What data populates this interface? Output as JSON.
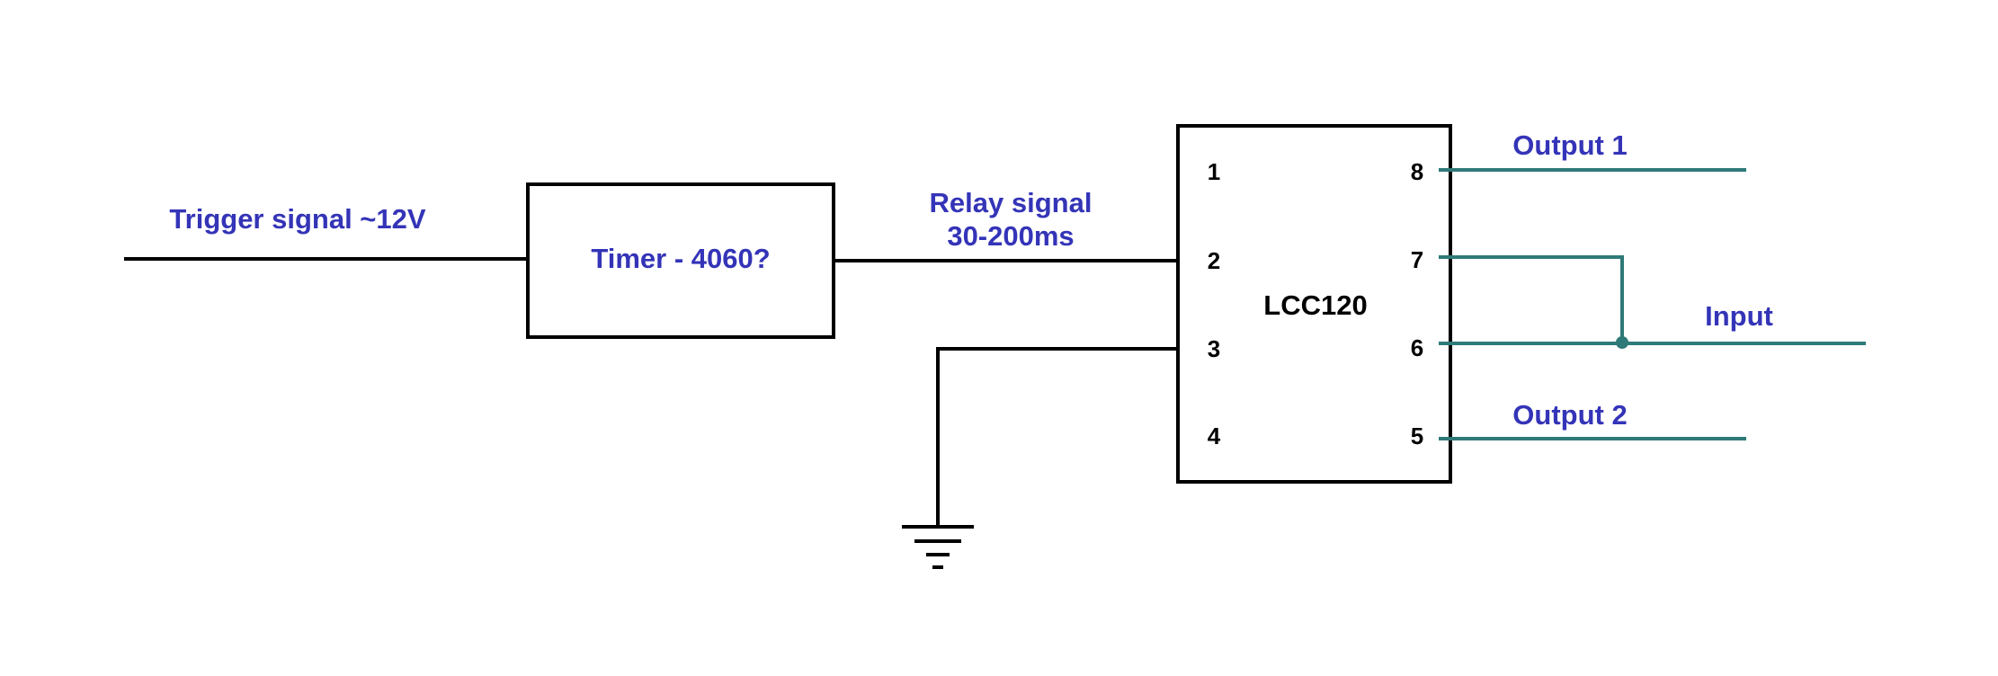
{
  "labels": {
    "trigger": "Trigger signal ~12V",
    "timer": "Timer - 4060?",
    "relay_line1": "Relay signal",
    "relay_line2": "30-200ms",
    "chip": "LCC120",
    "output1": "Output 1",
    "output2": "Output 2",
    "input": "Input"
  },
  "pins": {
    "p1": "1",
    "p2": "2",
    "p3": "3",
    "p4": "4",
    "p5": "5",
    "p6": "6",
    "p7": "7",
    "p8": "8"
  },
  "colors": {
    "label": "#3434b8",
    "wire_left": "#000000",
    "wire_right": "#2e7a78"
  }
}
